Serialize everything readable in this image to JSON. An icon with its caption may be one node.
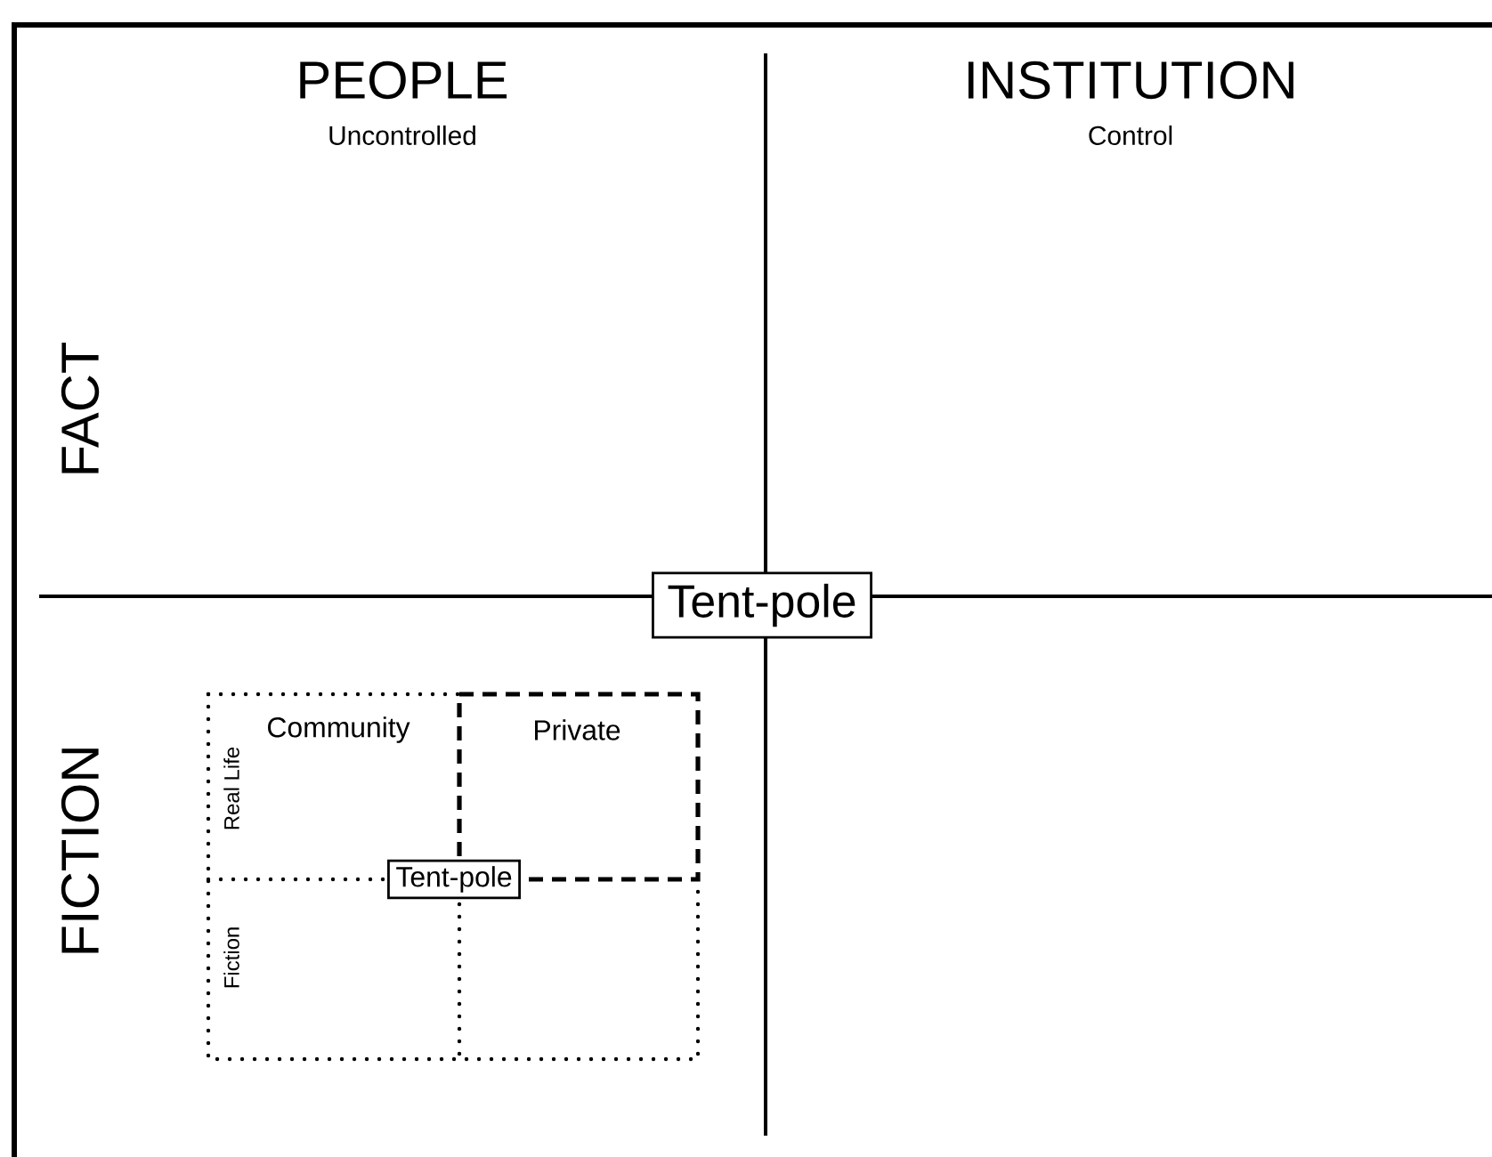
{
  "diagram": {
    "nodes": [
      {
        "text": [
          "Tent-pole"
        ]
      },
      {
        "text": [
          "Tent-pole"
        ]
      }
    ],
    "labels": [
      "PEOPLE",
      "Uncontrolled",
      "INSTITUTION",
      "Control",
      "FACT",
      "FICTION",
      "Community",
      "Private",
      "Real Life",
      "Fiction"
    ]
  }
}
